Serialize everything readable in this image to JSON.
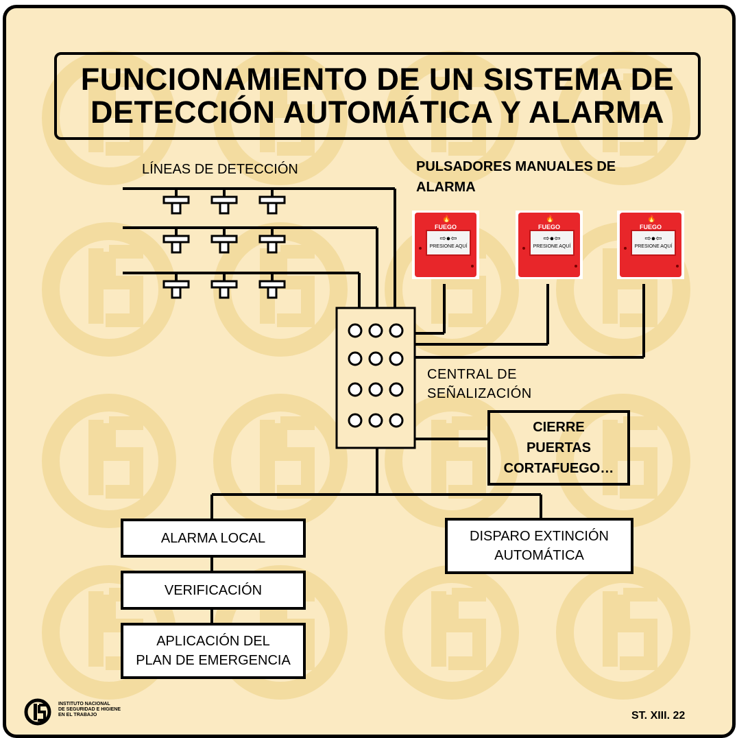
{
  "title": {
    "line1": "FUNCIONAMIENTO DE UN SISTEMA DE",
    "line2": "DETECCIÓN AUTOMÁTICA Y ALARMA"
  },
  "labels": {
    "lineas": "LÍNEAS DE DETECCIÓN",
    "pulsadores_1": "PULSADORES MANUALES DE",
    "pulsadores_2": "ALARMA",
    "central_1": "CENTRAL DE",
    "central_2": "SEÑALIZACIÓN"
  },
  "pulsador": {
    "fuego": "FUEGO",
    "presione": "PRESIONE AQUÍ",
    "count": 3
  },
  "boxes": {
    "cierre": [
      "CIERRE",
      "PUERTAS",
      "CORTAFUEGO…"
    ],
    "alarma_local": "ALARMA LOCAL",
    "verificacion": "VERIFICACIÓN",
    "aplicacion": [
      "APLICACIÓN DEL",
      "PLAN DE EMERGENCIA"
    ],
    "disparo": [
      "DISPARO EXTINCIÓN",
      "AUTOMÁTICA"
    ]
  },
  "footer": {
    "logo_text": [
      "INSTITUTO NACIONAL",
      "DE SEGURIDAD E HIGIENE",
      "EN EL TRABAJO"
    ],
    "code": "ST. XIII. 22"
  },
  "detectors": {
    "rows": 3,
    "cols": 3
  },
  "central_lights": {
    "rows": 4,
    "cols": 3
  },
  "colors": {
    "background": "#fbeac2",
    "watermark": "#f3dca0",
    "line": "#000000",
    "pulsador": "#e8262a"
  }
}
